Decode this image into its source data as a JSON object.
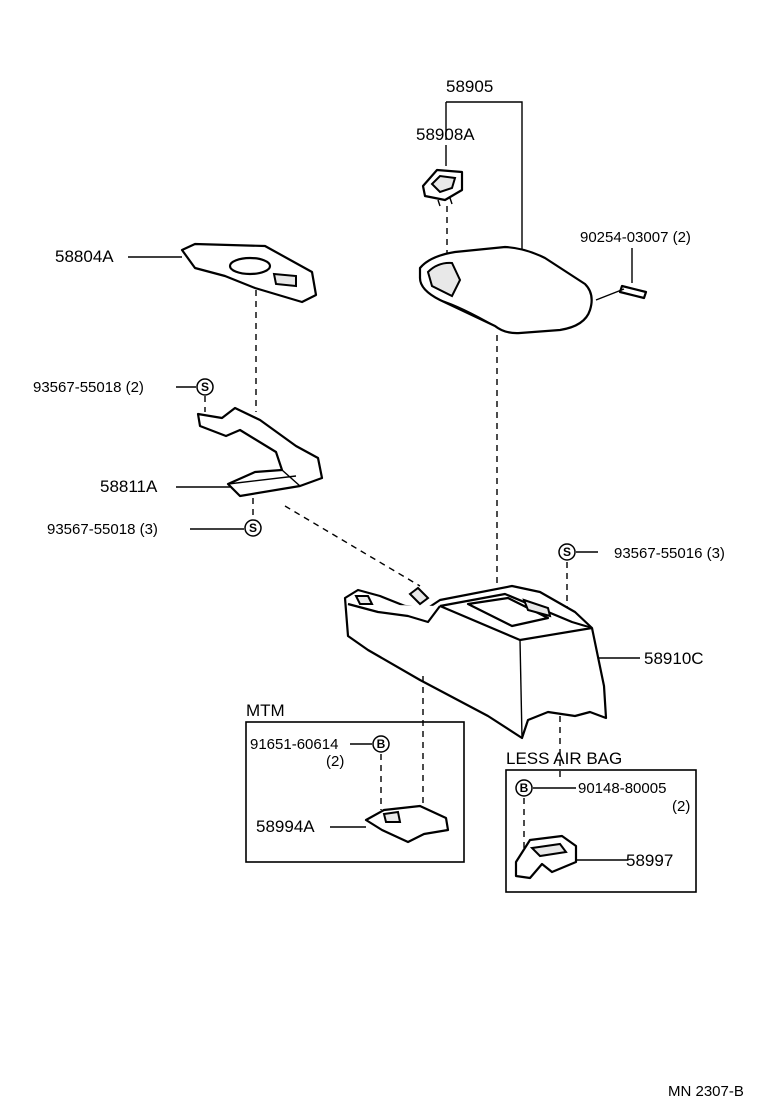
{
  "parts": {
    "p58905": "58905",
    "p58908A": "58908A",
    "p90254": "90254-03007 (2)",
    "p58804A": "58804A",
    "p93567_55018_2": "93567-55018 (2)",
    "p58811A": "58811A",
    "p93567_55018_3": "93567-55018 (3)",
    "p93567_55016_3": "93567-55016 (3)",
    "p58910C": "58910C",
    "p91651": "91651-60614",
    "p91651_qty": "(2)",
    "p58994A": "58994A",
    "p90148": "90148-80005",
    "p90148_qty": "(2)",
    "p58997": "58997"
  },
  "markers": {
    "screw": "S",
    "bolt": "B"
  },
  "boxes": {
    "mtm": "MTM",
    "less_air_bag": "LESS AIR BAG"
  },
  "footer": {
    "code": "MN  2307-B"
  }
}
